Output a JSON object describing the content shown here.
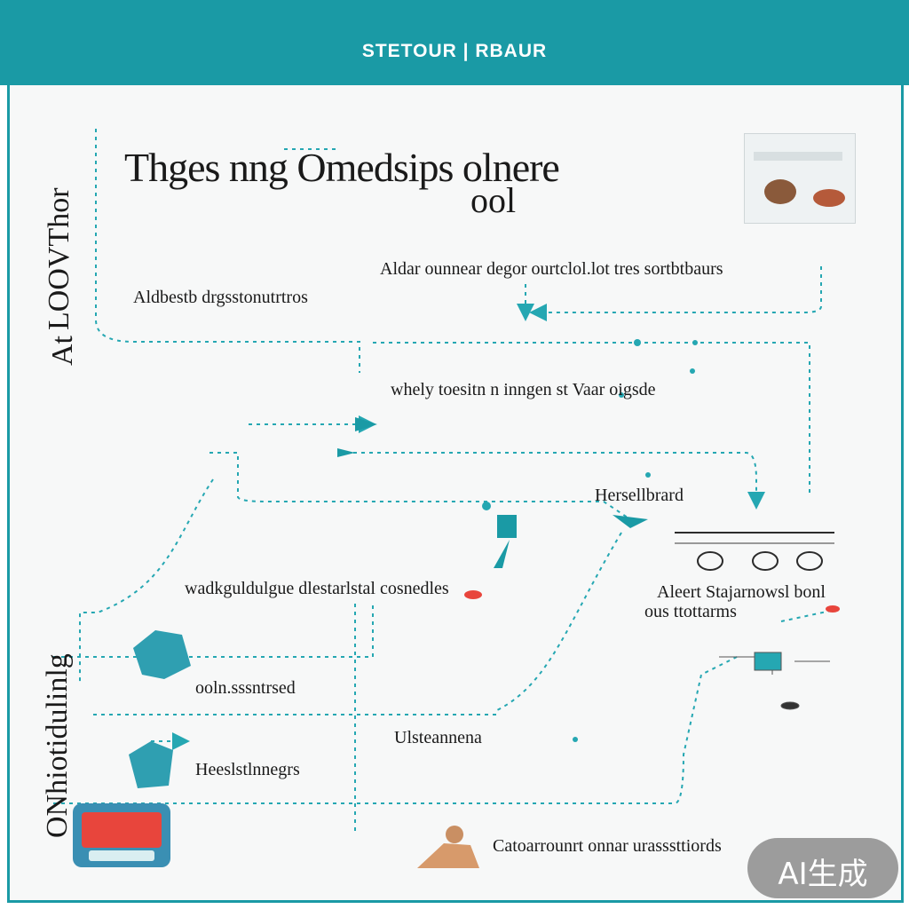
{
  "header": {
    "title": "STETOUR | RBAUR"
  },
  "diagram": {
    "headline": "Thges nng Omedsips olnere",
    "headline_sub": "ool",
    "vertical_left_top": "LOOVThor",
    "vertical_left_mid": "At",
    "vertical_left_bottom": "ONhiotidulinlg",
    "labels": {
      "top_right": "Aldar ounnear degor ourtclol.lot tres sortbtbaurs",
      "left_upper": "Aldbestb drgsstonutrtros",
      "middle_row": "whely toesitn n inngen st Vaar oigsde",
      "right_mid": "Hersellbrard",
      "left_middle": "wadkguldulgue dlestarlstal cosnedles",
      "right_lower_1": "Aleert Stajarnowsl bonl",
      "right_lower_2": "ous ttottarms",
      "lower_left": "ooln.sssntrsed",
      "lower_center": "Ulsteannena",
      "lower_left_2": "Heeslstlnnegrs",
      "bottom": "Catoarrounrt onnar urasssttiords"
    }
  },
  "colors": {
    "brand": "#1a9aa5",
    "accent": "#e8453c",
    "wire": "#25a7b2"
  },
  "badge": {
    "label": "AI生成"
  }
}
